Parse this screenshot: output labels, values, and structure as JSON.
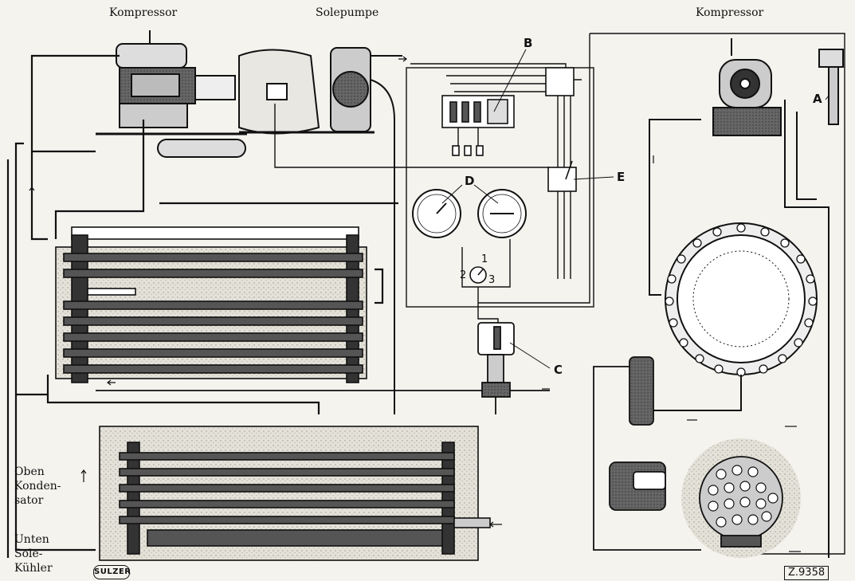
{
  "labels": {
    "compressor_left": "Kompressor",
    "brine_pump": "Solepumpe",
    "compressor_right": "Kompressor"
  },
  "callouts": {
    "A": "A",
    "B": "B",
    "C": "C",
    "D": "D",
    "E": "E"
  },
  "valve_ports": [
    "1",
    "2",
    "3"
  ],
  "legend": {
    "top_line1": "Oben",
    "top_line2": "Konden-",
    "top_line3": "sator",
    "bottom_line1": "Unten",
    "bottom_line2": "Sole-",
    "bottom_line3": "Kühler"
  },
  "logo_text": "SULZER",
  "figure_code": "Z.9358",
  "colors": {
    "ink": "#111111",
    "paper": "#f4f3ee",
    "stipple": "#d6d3ca",
    "tube_fill": "#555555"
  }
}
